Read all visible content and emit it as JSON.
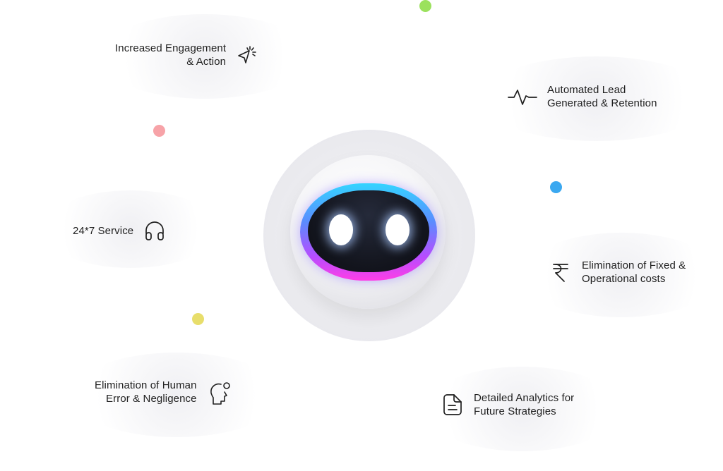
{
  "features": {
    "engagement": {
      "line1": "Increased Engagement",
      "line2": "& Action",
      "icon": "cursor-click-icon"
    },
    "lead": {
      "line1": "Automated Lead",
      "line2": "Generated & Retention",
      "icon": "pulse-icon"
    },
    "service": {
      "line1": "24*7 Service",
      "icon": "headphones-icon"
    },
    "costs": {
      "line1": "Elimination of Fixed &",
      "line2": "Operational costs",
      "icon": "rupee-icon"
    },
    "human": {
      "line1": "Elimination of Human",
      "line2": "Error & Negligence",
      "icon": "human-head-icon"
    },
    "analytics": {
      "line1": "Detailed Analytics for",
      "line2": "Future Strategies",
      "icon": "document-icon"
    }
  },
  "colors": {
    "dot_green": "#9be15d",
    "dot_pink": "#f7a3a8",
    "dot_blue": "#3aa8f0",
    "dot_yellow": "#e8de6b",
    "visor_gradient": [
      "#34d4ff",
      "#5b8bff",
      "#b64dff",
      "#ff3ee6"
    ]
  }
}
